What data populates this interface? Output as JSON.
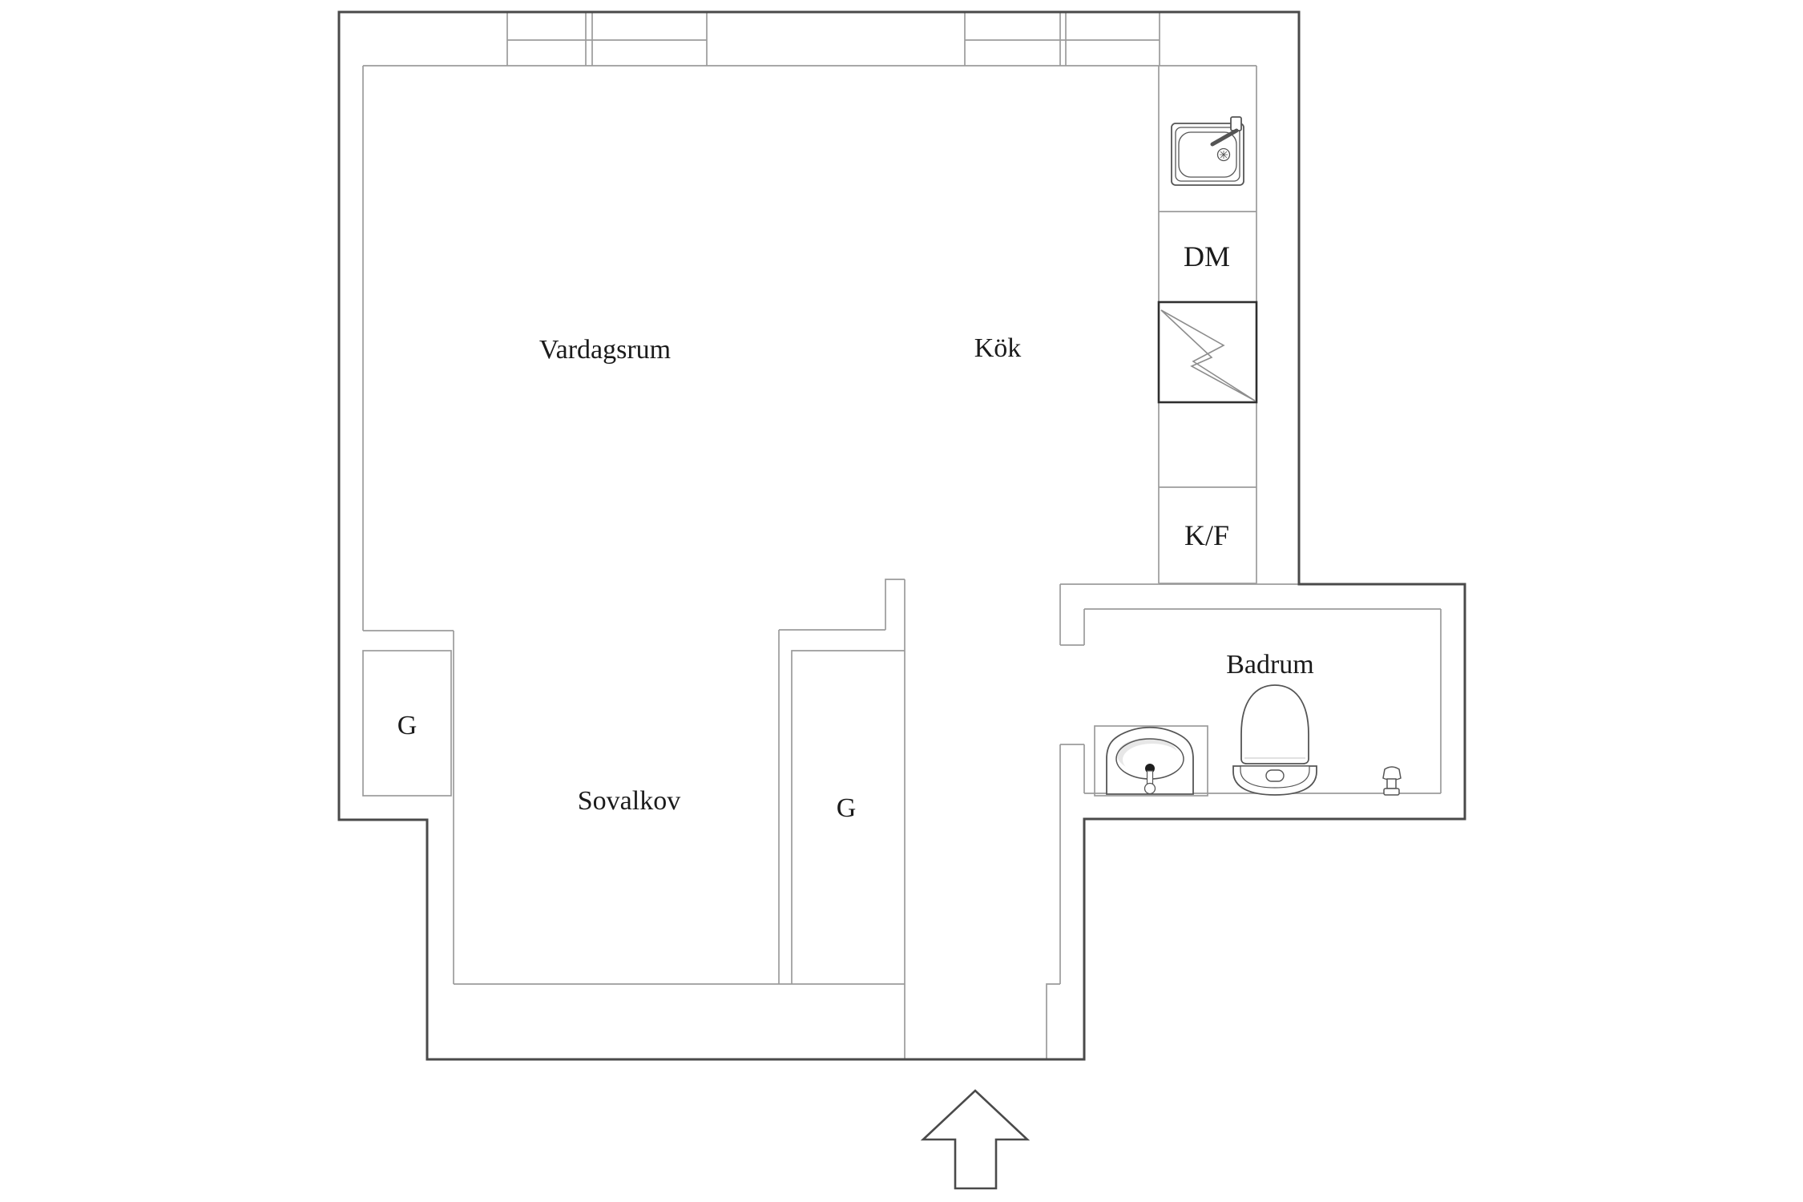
{
  "colors": {
    "outer_wall": "#4a4a4a",
    "inner_line": "#9b9b9b",
    "fixture_line": "#555555",
    "bold_cell": "#2f2f2f",
    "text": "#1b1b1b",
    "shade": "#e7e7e7",
    "background": "#ffffff"
  },
  "rooms": {
    "living_room": {
      "label": "Vardagsrum"
    },
    "kitchen": {
      "label": "Kök"
    },
    "sleeping_alcove": {
      "label": "Sovalkov"
    },
    "bathroom": {
      "label": "Badrum"
    }
  },
  "closets": {
    "closet_left": {
      "label": "G"
    },
    "closet_hall": {
      "label": "G"
    }
  },
  "appliances": {
    "sink": {
      "icon": "kitchen-sink-icon"
    },
    "dishwasher": {
      "label": "DM"
    },
    "stove": {
      "icon": "lightning-icon"
    },
    "fridge_freezer": {
      "label": "K/F"
    }
  },
  "bathroom_fixtures": {
    "washbasin": {
      "icon": "washbasin-icon"
    },
    "toilet": {
      "icon": "toilet-icon"
    },
    "shower_tap": {
      "icon": "tap-icon"
    }
  },
  "entrance": {
    "direction": "up",
    "icon": "entrance-arrow-up-icon"
  }
}
